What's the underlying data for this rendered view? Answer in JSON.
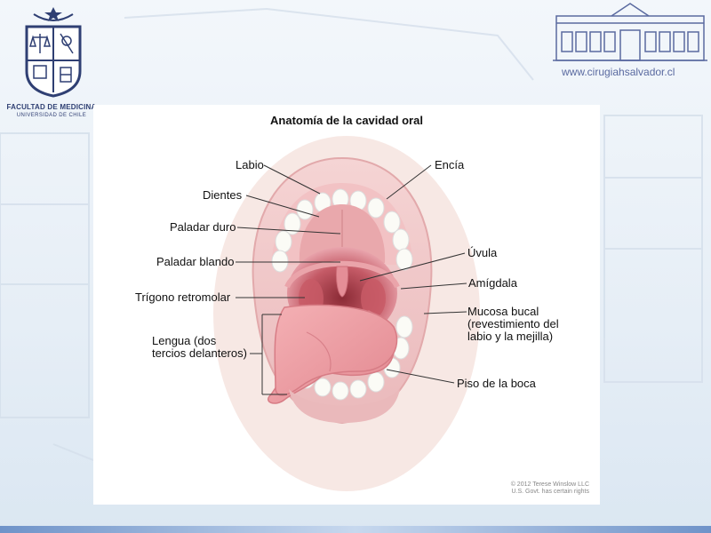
{
  "header": {
    "institution": "FACULTAD DE MEDICINA",
    "university": "UNIVERSIDAD DE CHILE",
    "website": "www.cirugiahsalvador.cl"
  },
  "diagram": {
    "title": "Anatomía de la cavidad oral",
    "labels": {
      "labio": "Labio",
      "encia": "Encía",
      "dientes": "Dientes",
      "paladar_duro": "Paladar duro",
      "uvula": "Úvula",
      "paladar_blando": "Paladar blando",
      "amigdala": "Amígdala",
      "trigono": "Trígono retromolar",
      "mucosa_1": "Mucosa bucal",
      "mucosa_2": "(revestimiento del",
      "mucosa_3": "labio y la mejilla)",
      "lengua_1": "Lengua (dos",
      "lengua_2": "tercios delanteros)",
      "piso": "Piso de la boca"
    },
    "copyright_1": "© 2012 Terese Winslow LLC",
    "copyright_2": "U.S. Govt. has certain rights"
  }
}
